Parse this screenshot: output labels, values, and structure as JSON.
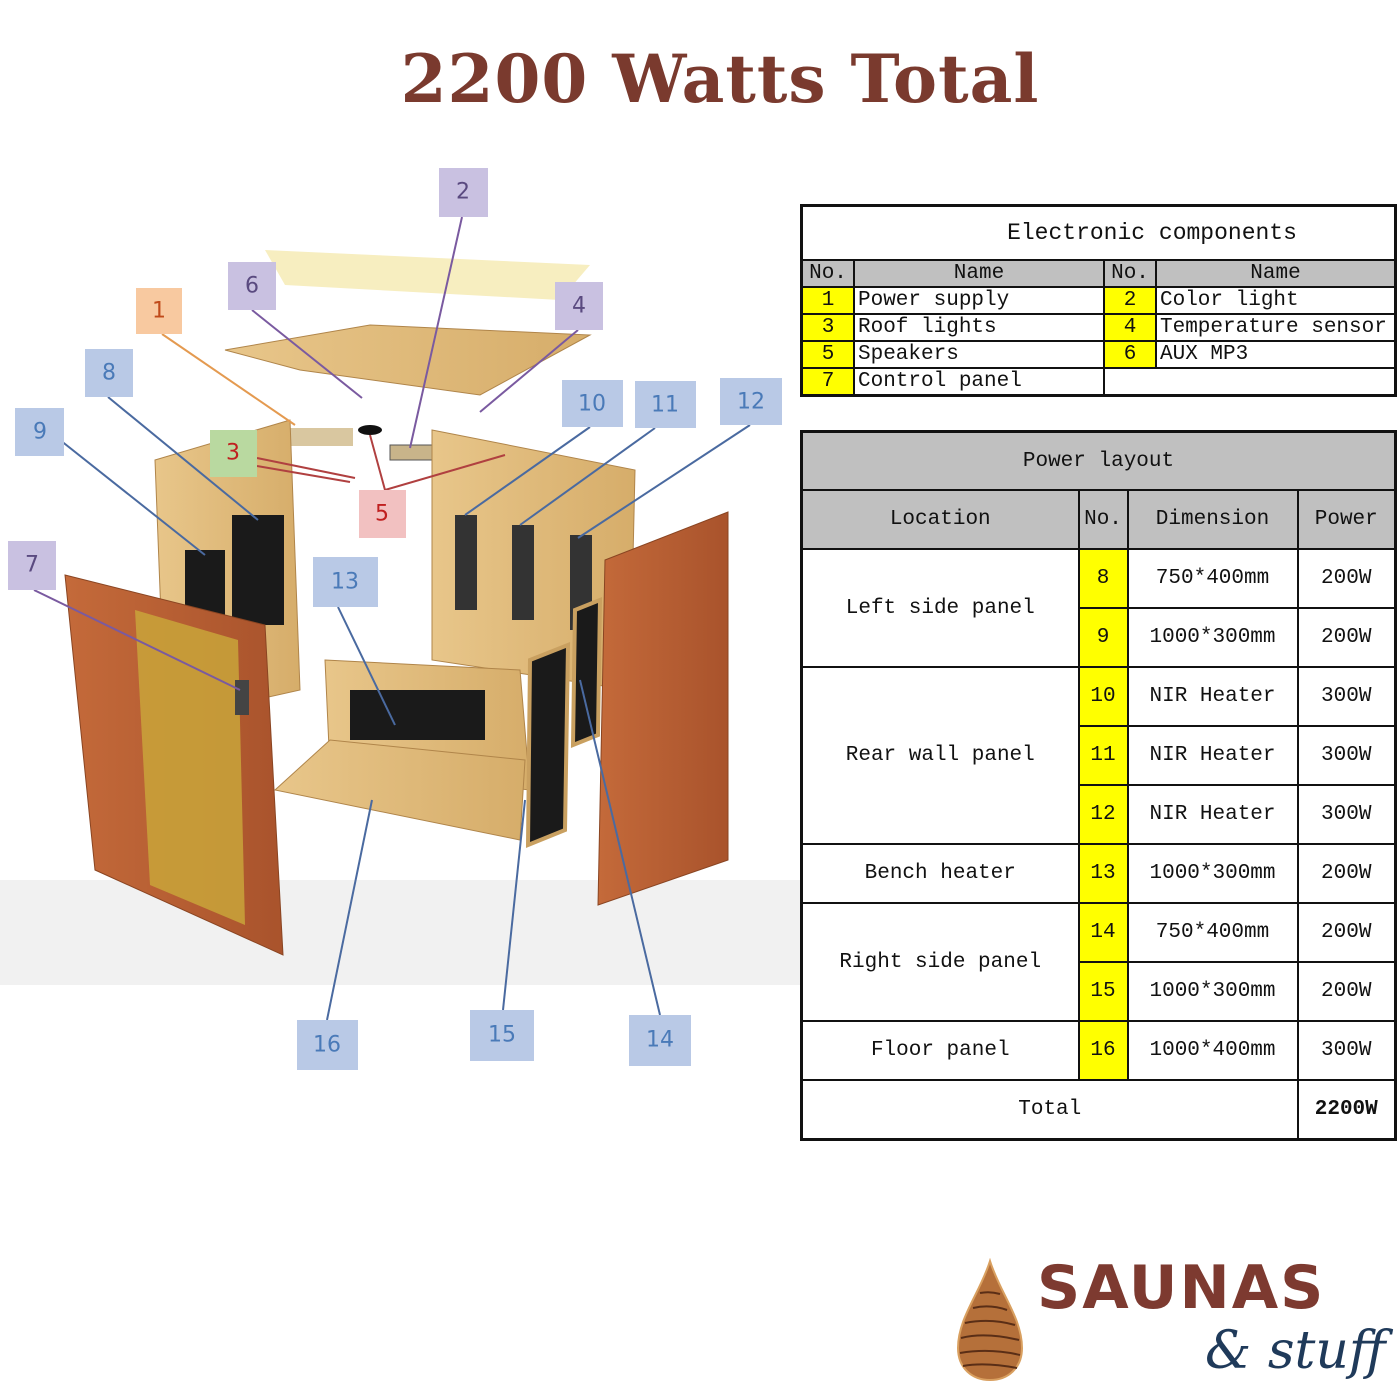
{
  "title": "2200 Watts Total",
  "callouts": [
    "1",
    "2",
    "3",
    "4",
    "5",
    "6",
    "7",
    "8",
    "9",
    "10",
    "11",
    "12",
    "13",
    "14",
    "15",
    "16"
  ],
  "electronic": {
    "title": "Electronic components",
    "headers": {
      "no": "No.",
      "name": "Name"
    },
    "rows": [
      {
        "no1": "1",
        "name1": "Power supply",
        "no2": "2",
        "name2": "Color light"
      },
      {
        "no1": "3",
        "name1": "Roof lights",
        "no2": "4",
        "name2": "Temperature sensor"
      },
      {
        "no1": "5",
        "name1": "Speakers",
        "no2": "6",
        "name2": "AUX MP3"
      },
      {
        "no1": "7",
        "name1": "Control panel"
      }
    ]
  },
  "power": {
    "title": "Power layout",
    "headers": {
      "location": "Location",
      "no": "No.",
      "dimension": "Dimension",
      "power": "Power"
    },
    "groups": [
      {
        "location": "Left side panel",
        "rows": [
          {
            "no": "8",
            "dimension": "750*400mm",
            "power": "200W"
          },
          {
            "no": "9",
            "dimension": "1000*300mm",
            "power": "200W"
          }
        ]
      },
      {
        "location": "Rear wall panel",
        "rows": [
          {
            "no": "10",
            "dimension": "NIR Heater",
            "power": "300W"
          },
          {
            "no": "11",
            "dimension": "NIR Heater",
            "power": "300W"
          },
          {
            "no": "12",
            "dimension": "NIR Heater",
            "power": "300W"
          }
        ]
      },
      {
        "location": "Bench heater",
        "rows": [
          {
            "no": "13",
            "dimension": "1000*300mm",
            "power": "200W"
          }
        ]
      },
      {
        "location": "Right side panel",
        "rows": [
          {
            "no": "14",
            "dimension": "750*400mm",
            "power": "200W"
          },
          {
            "no": "15",
            "dimension": "1000*300mm",
            "power": "200W"
          }
        ]
      },
      {
        "location": "Floor panel",
        "rows": [
          {
            "no": "16",
            "dimension": "1000*400mm",
            "power": "300W"
          }
        ]
      }
    ],
    "total_label": "Total",
    "total_value": "2200W"
  },
  "logo": {
    "line1": "SAUNAS",
    "line2": "& stuff"
  },
  "colors": {
    "title": "#7a3a2e",
    "highlight": "#ffff00",
    "header_gray": "#c0c0c0",
    "callout_blue": "#b9c9e6",
    "callout_lavender": "#c9c1e1"
  }
}
